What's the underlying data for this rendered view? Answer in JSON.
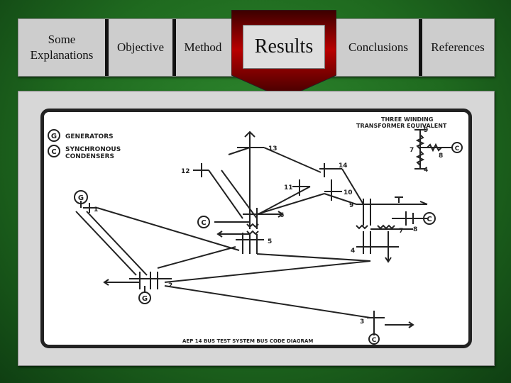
{
  "nav": {
    "tabs": [
      {
        "label_line1": "Some",
        "label_line2": "Explanations"
      },
      {
        "label": "Objective"
      },
      {
        "label": "Method"
      },
      {
        "label": "Results"
      },
      {
        "label": "Conclusions"
      },
      {
        "label": "References"
      }
    ],
    "active_index": 3
  },
  "diagram": {
    "legend": {
      "generators_symbol": "G",
      "generators_label": "GENERATORS",
      "condensers_symbol": "C",
      "condensers_label_line1": "SYNCHRONOUS",
      "condensers_label_line2": "CONDENSERS"
    },
    "inset": {
      "title_line1": "THREE WINDING",
      "title_line2": "TRANSFORMER EQUIVALENT",
      "bus_9": "9",
      "bus_7": "7",
      "bus_8": "8",
      "bus_4": "4"
    },
    "buses": {
      "b1": "1",
      "b2": "2",
      "b3": "3",
      "b4": "4",
      "b5": "5",
      "b6": "6",
      "b7": "7",
      "b8": "8",
      "b9": "9",
      "b10": "10",
      "b11": "11",
      "b12": "12",
      "b13": "13",
      "b14": "14"
    },
    "caption": "AEP 14 BUS TEST SYSTEM BUS CODE DIAGRAM"
  },
  "colors": {
    "active_tab_top": "#b80000",
    "active_tab_bottom": "#3a0000",
    "background_green": "#1f6a1f"
  }
}
